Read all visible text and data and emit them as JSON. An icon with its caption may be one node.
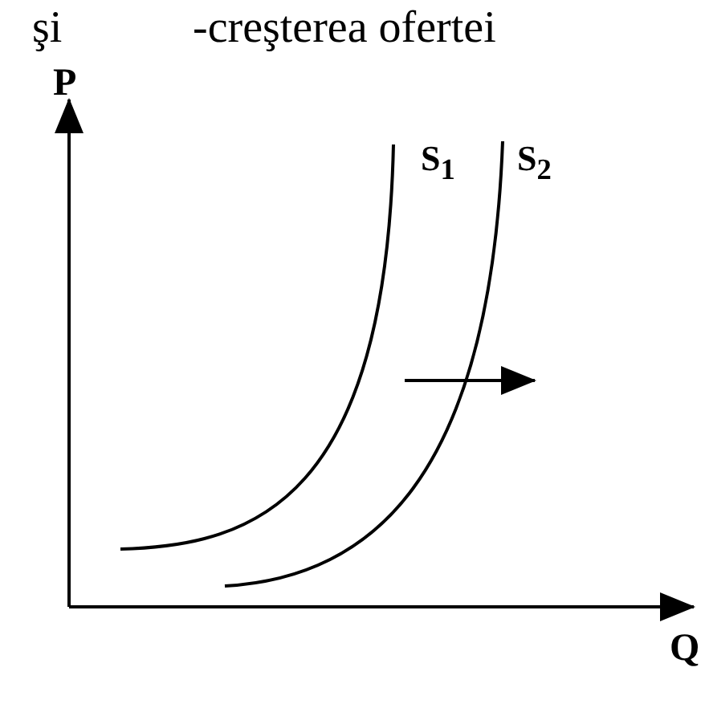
{
  "diagram": {
    "labels": [
      "şi",
      "-creşterea ofertei",
      "P",
      "S$_{1}$",
      "S$_{2}$",
      "Q"
    ]
  }
}
